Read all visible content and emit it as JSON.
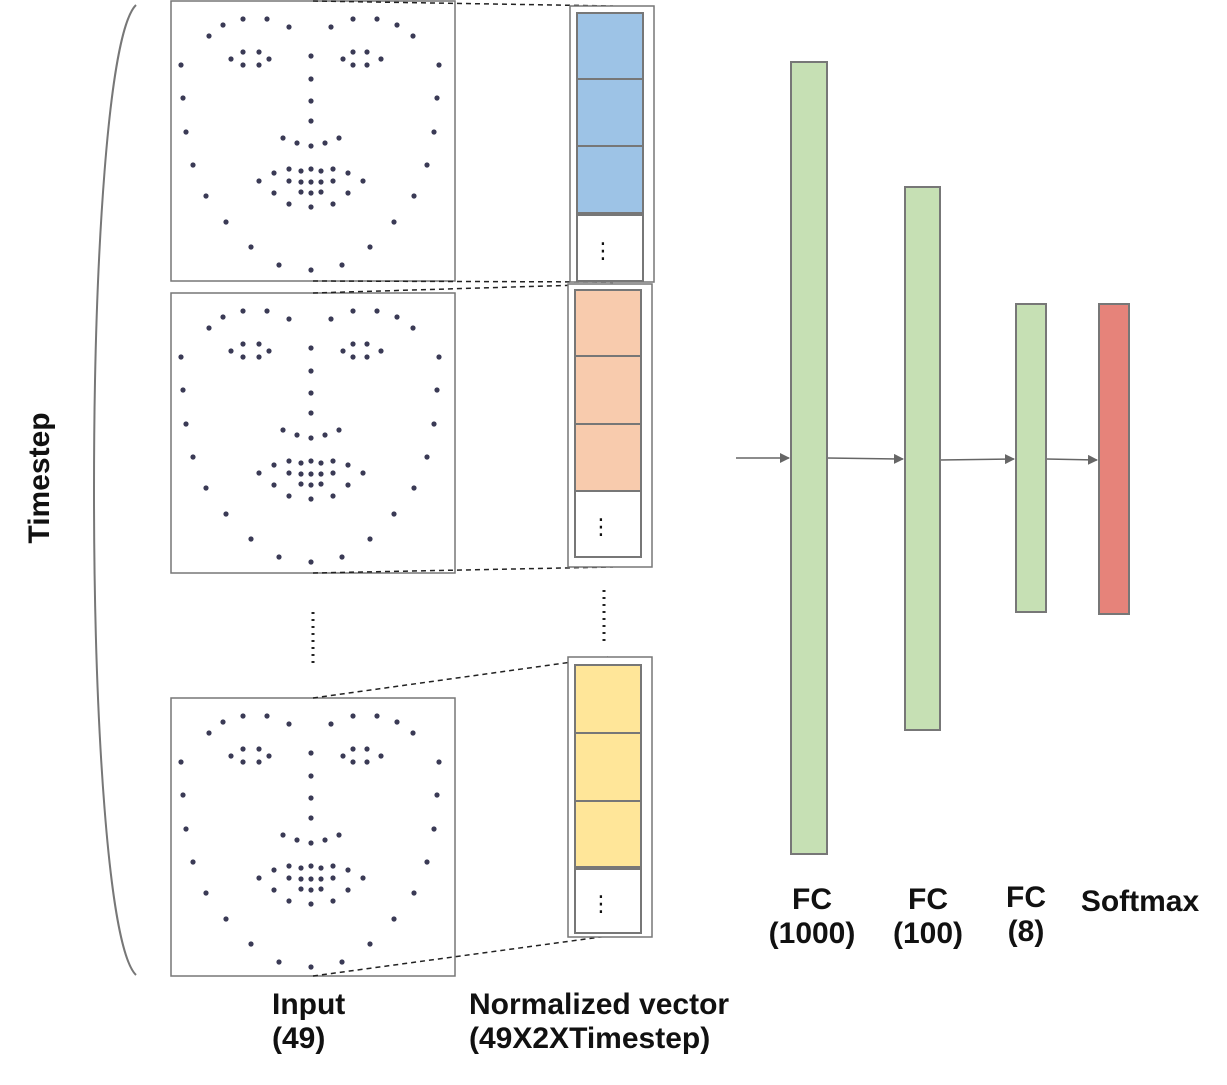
{
  "axis_label": "Timestep",
  "input": {
    "name": "Input",
    "size": "(49)"
  },
  "vector": {
    "name": "Normalized vector",
    "size": "(49X2XTimestep)",
    "ellipsis": "⋮"
  },
  "layers": [
    {
      "name": "FC",
      "size": "(1000)",
      "color": "#c6e0b4"
    },
    {
      "name": "FC",
      "size": "(100)",
      "color": "#c6e0b4"
    },
    {
      "name": "FC",
      "size": "(8)",
      "color": "#c6e0b4"
    },
    {
      "name": "Softmax",
      "size": "",
      "color": "#e6837a"
    }
  ],
  "vector_colors": [
    "#9dc3e6",
    "#f8cbad",
    "#ffe699"
  ],
  "colors": {
    "outline": "#777777",
    "arrow": "#666666",
    "dot": "#3a3a55"
  }
}
